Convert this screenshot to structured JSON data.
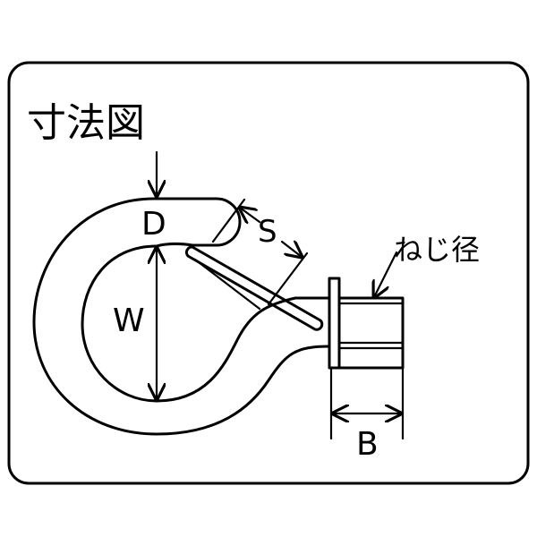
{
  "title": "寸法図",
  "labels": {
    "d": "D",
    "w": "W",
    "s": "S",
    "b": "B",
    "thread": "ねじ径"
  },
  "colors": {
    "line": "#000000",
    "background": "#ffffff"
  }
}
